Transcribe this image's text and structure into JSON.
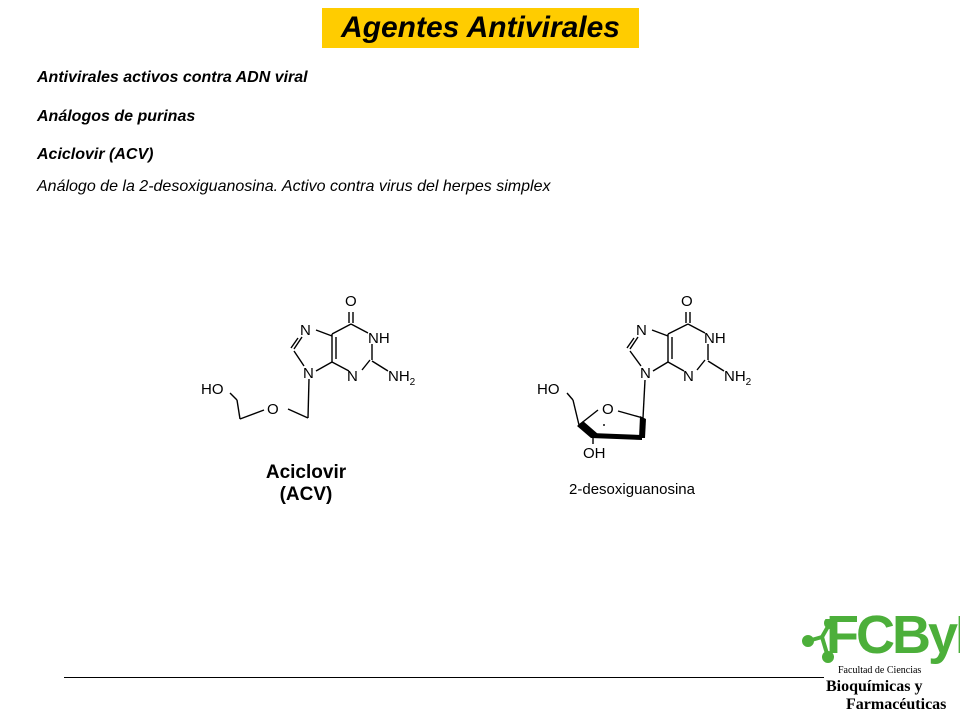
{
  "title": "Agentes Antivirales",
  "lines": [
    "Antivirales activos contra ADN viral",
    "Análogos de purinas",
    "Aciclovir (ACV)",
    "Análogo de la 2-desoxiguanosina. Activo contra virus del herpes simplex"
  ],
  "molecules": {
    "aciclovir": {
      "caption_line1": "Aciclovir",
      "caption_line2": "(ACV)",
      "labels": {
        "o_top": "O",
        "n7": "N",
        "nh": "NH",
        "n9": "N",
        "n3": "N",
        "nh2": "NH",
        "nh2_sub": "2",
        "ho": "HO",
        "o_ether": "O"
      }
    },
    "desoxiguanosina": {
      "caption": "2-desoxiguanosina",
      "labels": {
        "o_top": "O",
        "n7": "N",
        "nh": "NH",
        "n9": "N",
        "n3": "N",
        "nh2": "NH",
        "nh2_sub": "2",
        "ho": "HO",
        "o_ring": "O",
        "oh": "OH"
      }
    }
  },
  "logo": {
    "letters": "FCByF",
    "line1": "Facultad de Ciencias",
    "line2": "Bioquímicas y",
    "line3": "Farmacéuticas",
    "color": "#4CAF3A"
  },
  "colors": {
    "title_bg": "#FFCC00"
  }
}
